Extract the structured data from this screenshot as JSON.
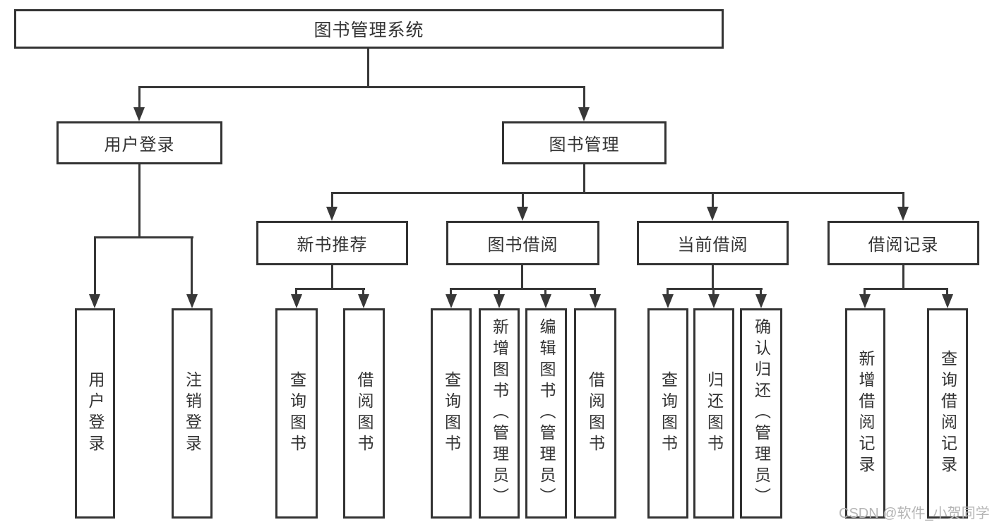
{
  "diagram": {
    "title": "图书管理系统",
    "branches": [
      {
        "label": "用户登录",
        "children": [
          {
            "label": "用户登录"
          },
          {
            "label": "注销登录"
          }
        ]
      },
      {
        "label": "图书管理",
        "sections": [
          {
            "label": "新书推荐",
            "children": [
              {
                "label": "查询图书"
              },
              {
                "label": "借阅图书"
              }
            ]
          },
          {
            "label": "图书借阅",
            "children": [
              {
                "label": "查询图书"
              },
              {
                "label": "新增图书（管理员）"
              },
              {
                "label": "编辑图书（管理员）"
              },
              {
                "label": "借阅图书"
              }
            ]
          },
          {
            "label": "当前借阅",
            "children": [
              {
                "label": "查询图书"
              },
              {
                "label": "归还图书"
              },
              {
                "label": "确认归还（管理员）"
              }
            ]
          },
          {
            "label": "借阅记录",
            "children": [
              {
                "label": "新增借阅记录"
              },
              {
                "label": "查询借阅记录"
              }
            ]
          }
        ]
      }
    ]
  },
  "watermark": {
    "text": "CSDN @软件_小贺同学"
  },
  "colors": {
    "line": "#383838",
    "box_border": "#333333",
    "text": "#333333",
    "background": "#ffffff",
    "watermark": "#b5b5b5"
  }
}
